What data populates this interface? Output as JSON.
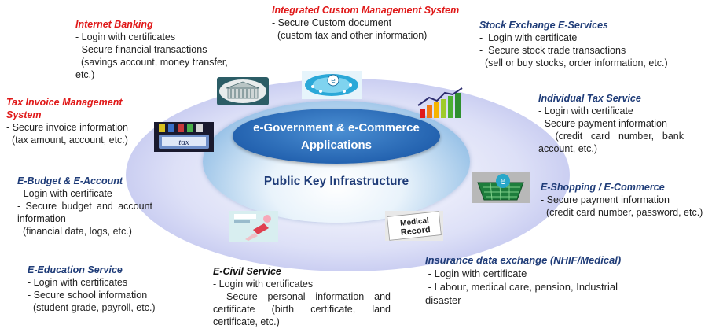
{
  "center": {
    "title_line1": "e-Government & e-Commerce",
    "title_line2": "Applications",
    "infrastructure": "Public Key Infrastructure"
  },
  "icons": {
    "tax_label": "tax",
    "record_line1": "Medical",
    "record_line2": "Record",
    "building": "building-icon",
    "customs": "customs-icon",
    "chart": "bar-chart-icon",
    "tax": "tax-icon",
    "shopping": "shopping-basket-icon",
    "medical": "medical-record-icon",
    "civil": "civil-service-icon"
  },
  "services": {
    "internet_banking": {
      "title": "Internet Banking",
      "lines": [
        "- Login with certificates",
        "- Secure financial transactions",
        "  (savings account, money transfer,",
        "etc.)"
      ]
    },
    "custom_mgmt": {
      "title": "Integrated Custom Management System",
      "lines": [
        "- Secure Custom document",
        "  (custom tax and other information)"
      ]
    },
    "stock_exchange": {
      "title": "Stock Exchange E-Services",
      "lines": [
        "-  Login with certificate",
        "-  Secure stock trade transactions",
        "  (sell or buy stocks, order information, etc.)"
      ]
    },
    "tax_invoice": {
      "title_line1": "Tax Invoice Management",
      "title_line2": "System",
      "lines": [
        "- Secure invoice information",
        "  (tax amount, account, etc.)"
      ]
    },
    "individual_tax": {
      "title": "Individual Tax Service",
      "lines": [
        "- Login with certificate",
        "- Secure payment information",
        "  (credit card number, bank",
        "account, etc.)"
      ]
    },
    "ebudget": {
      "title": "E-Budget & E-Account",
      "lines": [
        "- Login with certificate",
        "- Secure budget and account",
        "information",
        "  (financial data, logs, etc.)"
      ]
    },
    "eshopping": {
      "title": "E-Shopping / E-Commerce",
      "lines": [
        "- Secure payment information",
        "  (credit card number, password, etc.)"
      ]
    },
    "eeducation": {
      "title": "E-Education Service",
      "lines": [
        "- Login with certificates",
        "- Secure school information",
        "  (student grade, payroll, etc.)"
      ]
    },
    "ecivil": {
      "title": "E-Civil Service",
      "lines": [
        "- Login with certificates",
        "- Secure personal information and",
        "certificate (birth certificate, land",
        "certificate, etc.)"
      ]
    },
    "insurance": {
      "title": "Insurance data exchange  (NHIF/Medical)",
      "lines": [
        " - Login with certificate",
        " - Labour, medical care, pension, Industrial",
        "disaster"
      ]
    }
  }
}
